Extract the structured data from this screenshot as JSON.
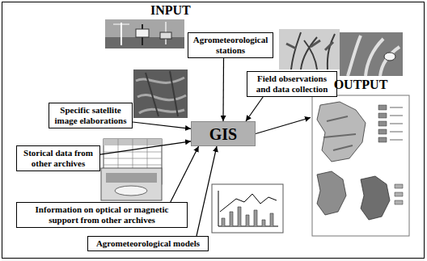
{
  "diagram": {
    "nodes": [
      {
        "text": [
          "Agrometeorological stations"
        ]
      },
      {
        "text": [
          "Field observations and data collection"
        ]
      },
      {
        "text": [
          "Specific satellite image elaborations"
        ]
      },
      {
        "text": [
          "Storical data from other archives"
        ]
      },
      {
        "text": [
          "Information on optical or magnetic support from other archives"
        ]
      },
      {
        "text": [
          "Agrometeorological models"
        ]
      },
      {
        "text": [
          "GIS"
        ]
      },
      {
        "text": [
          "OUTPUT"
        ]
      }
    ],
    "edges": [
      {
        "from": 0,
        "to": 6,
        "arrow": "to"
      },
      {
        "from": 1,
        "to": 6,
        "arrow": "to"
      },
      {
        "from": 2,
        "to": 6,
        "arrow": "to"
      },
      {
        "from": 3,
        "to": 6,
        "arrow": "to"
      },
      {
        "from": 4,
        "to": 6,
        "arrow": "to"
      },
      {
        "from": 5,
        "to": 6,
        "arrow": "to"
      },
      {
        "from": 6,
        "to": 7,
        "arrow": "to"
      }
    ],
    "labels": [
      "INPUT"
    ]
  }
}
